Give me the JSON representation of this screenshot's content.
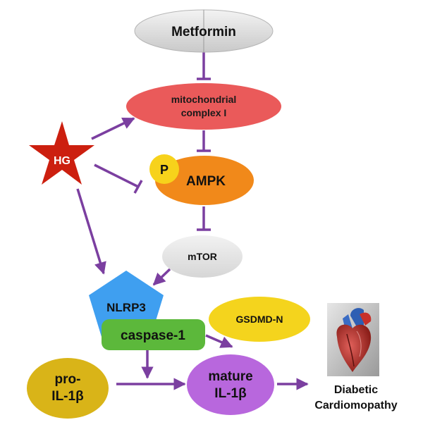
{
  "nodes": {
    "metformin": {
      "label": "Metformin",
      "color": "#dcdcdc"
    },
    "mito": {
      "line1": "mitochondrial",
      "line2": "complex I",
      "color": "#ea5a5a"
    },
    "hg": {
      "label": "HG",
      "color": "#cc1f0f"
    },
    "p_badge": {
      "label": "P",
      "color": "#f7d21b"
    },
    "ampk": {
      "label": "AMPK",
      "color": "#f1891a"
    },
    "mtor": {
      "label": "mTOR",
      "color": "#e3e3e3"
    },
    "nlrp3": {
      "label": "NLRP3",
      "color": "#3f9ff0"
    },
    "caspase1": {
      "label": "caspase-1",
      "color": "#5cb83b"
    },
    "gsdmd": {
      "label": "GSDMD-N",
      "color": "#f4d41d"
    },
    "pro_il1b": {
      "line1": "pro-",
      "line2": "IL-1β",
      "color": "#d9b418"
    },
    "mature_il1b": {
      "line1": "mature",
      "line2": "IL-1β",
      "color": "#b867dd"
    },
    "outcome": {
      "line1": "Diabetic",
      "line2": "Cardiomopathy"
    }
  },
  "heart_image": {
    "icon": "anatomical-heart-icon"
  },
  "colors": {
    "edge": "#7b3fa0"
  }
}
